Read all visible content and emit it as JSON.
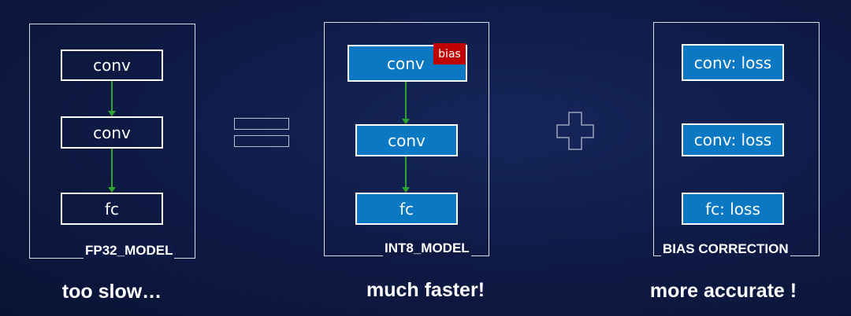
{
  "fp32_panel": {
    "label": "FP32_MODEL",
    "nodes": [
      "conv",
      "conv",
      "fc"
    ],
    "caption": "too slow…"
  },
  "int8_panel": {
    "label": "INT8_MODEL",
    "nodes": [
      "conv",
      "conv",
      "fc"
    ],
    "bias_tag": "bias",
    "caption": "much faster!"
  },
  "bias_panel": {
    "label": "BIAS CORRECTION",
    "nodes": [
      "conv: loss",
      "conv: loss",
      "fc: loss"
    ],
    "caption": "more accurate !"
  },
  "colors": {
    "node_blue": "#0a78c2",
    "bias_red": "#c00000",
    "arrow_green": "#2fa52f"
  }
}
